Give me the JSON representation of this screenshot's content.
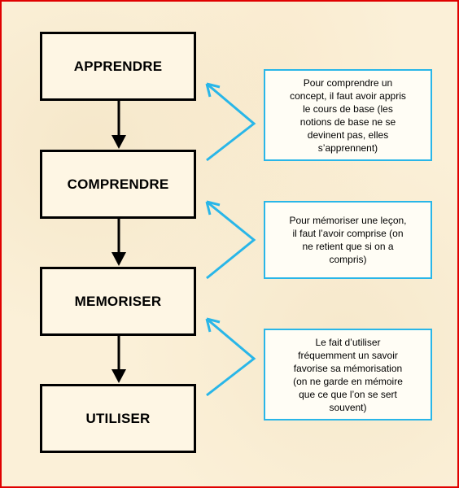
{
  "steps": [
    {
      "label": "APPRENDRE"
    },
    {
      "label": "COMPRENDRE"
    },
    {
      "label": "MEMORISER"
    },
    {
      "label": "UTILISER"
    }
  ],
  "notes": [
    {
      "text": "Pour comprendre un\nconcept, il faut avoir appris\nle cours de base (les\nnotions de base ne se\ndevinent pas, elles\ns’apprennent)"
    },
    {
      "text": "Pour mémoriser une leçon,\nil faut l’avoir comprise (on\nne retient que si on a\ncompris)"
    },
    {
      "text": "Le fait d’utiliser\nfréquemment un savoir\nfavorise sa mémorisation\n(on ne garde en mémoire\nque ce que l’on se sert\nsouvent)"
    }
  ],
  "colors": {
    "background": "#fbf0d8",
    "border": "#e00000",
    "box_border": "#000000",
    "note_border": "#29b6e8",
    "arrow_black": "#000000",
    "arrow_blue": "#29b6e8"
  }
}
